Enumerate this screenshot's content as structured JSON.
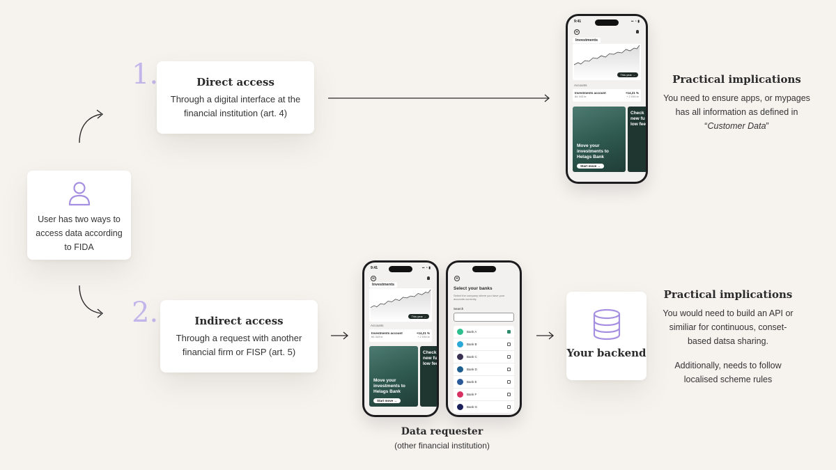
{
  "steps": {
    "direct": {
      "number": "1.",
      "title": "Direct access",
      "body": "Through a digital interface at the financial institution (art. 4)"
    },
    "indirect": {
      "number": "2.",
      "title": "Indirect access",
      "body": "Through a request with another financial firm or FISP (art. 5)"
    }
  },
  "user_card": {
    "text": "User has two ways to access data according to FIDA",
    "icon": "user-icon"
  },
  "implications_top": {
    "heading": "Practical implications",
    "text_before": "You need to ensure apps, or mypages has all information as defined in “",
    "text_italic": "Customer Data",
    "text_after": "”"
  },
  "implications_bottom": {
    "heading": "Practical implications",
    "p1": "You would need to build an API or similiar for continuous, conset-based datsa sharing.",
    "p2": "Additionally, needs to follow localised scheme rules"
  },
  "backend": {
    "label": "Your backend",
    "icon": "database-icon"
  },
  "requester": {
    "title": "Data requester",
    "subtitle": "(other financial institution)"
  },
  "phone": {
    "time": "9:41",
    "logo": "H",
    "tab": "Investments",
    "year_pill": "This year →",
    "accounts_label": "Accounts",
    "account_name": "Investments account",
    "account_amount": "84 343 kr",
    "account_change": "+14,21 %",
    "account_change_abs": "+ 2 034 kr",
    "promo_text": "Move your investments to Helags Bank",
    "promo_button": "Start move →",
    "promo2_text": "Check new fu low fee"
  },
  "bank_select": {
    "title": "Select your banks",
    "subtitle": "Select the company where you have your accounts currently.",
    "search_label": "Search",
    "banks": [
      {
        "name": "Bank A",
        "color": "#2fbf8f",
        "checked": true
      },
      {
        "name": "Bank B",
        "color": "#2aa8d8",
        "checked": false
      },
      {
        "name": "Bank C",
        "color": "#3a3152",
        "checked": false
      },
      {
        "name": "Bank D",
        "color": "#1f5f8f",
        "checked": false
      },
      {
        "name": "Bank E",
        "color": "#2a5a9a",
        "checked": false
      },
      {
        "name": "Bank F",
        "color": "#d83060",
        "checked": false
      },
      {
        "name": "Bank G",
        "color": "#1a1f5a",
        "checked": false
      }
    ]
  },
  "colors": {
    "accent": "#c4b6ea",
    "background": "#f6f3ef",
    "promo": "#2f5a50"
  }
}
